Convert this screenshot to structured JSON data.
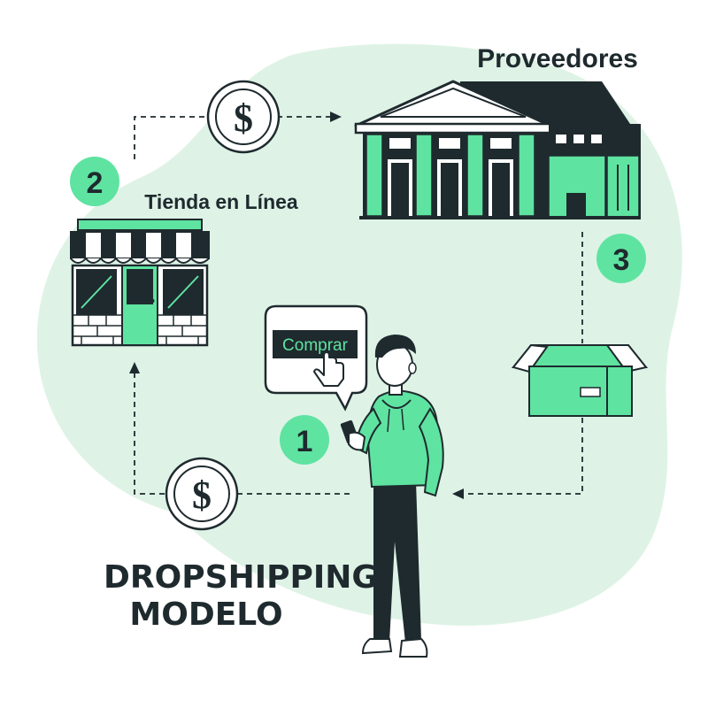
{
  "labels": {
    "suppliers": "Proveedores",
    "store": "Tienda en Línea",
    "title_line1": "DROPSHIPPING",
    "title_line2": "MODELO"
  },
  "steps": [
    {
      "number": "1"
    },
    {
      "number": "2"
    },
    {
      "number": "3"
    }
  ],
  "coins": [
    {
      "symbol": "$"
    },
    {
      "symbol": "$"
    }
  ],
  "buy_button": {
    "label": "Comprar"
  },
  "colors": {
    "accent": "#5fe3a1",
    "dark": "#1e2a2e",
    "blob": "#def3e6"
  }
}
